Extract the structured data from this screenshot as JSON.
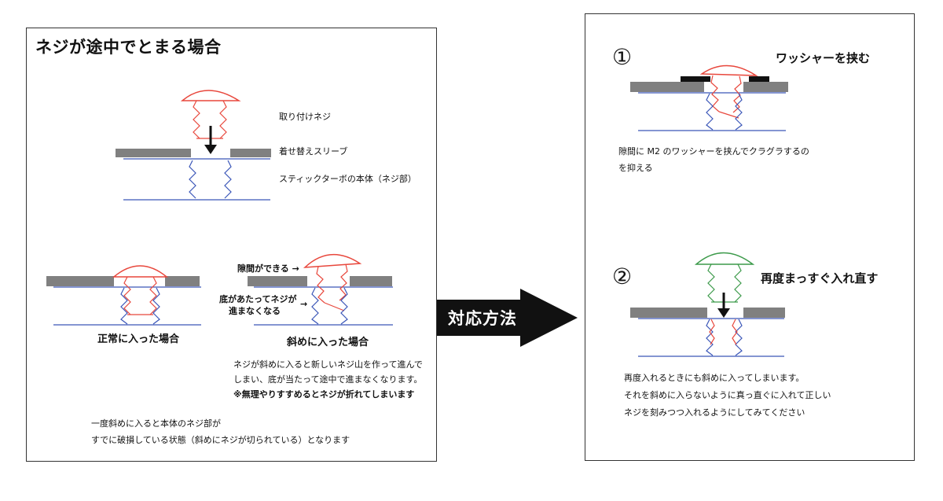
{
  "left_panel": {
    "title": "ネジが途中でとまる場合",
    "labels": {
      "screw": "取り付けネジ",
      "sleeve": "着せ替えスリーブ",
      "body": "スティックターボの本体（ネジ部）"
    },
    "normal_caption": "正常に入った場合",
    "slanted_caption": "斜めに入った場合",
    "gap_label": "隙間ができる →",
    "bottom_label_1": "底があたってネジが",
    "bottom_label_2": "進まなくなる",
    "bottom_arrow": "→",
    "slanted_note": [
      "ネジが斜めに入ると新しいネジ山を作って進んで",
      "しまい、底が当たって途中で進まなくなります。"
    ],
    "warning": "※無理やりすすめるとネジが折れてしまいます",
    "summary": [
      "一度斜めに入ると本体のネジ部が",
      "すでに破損している状態（斜めにネジが切られている）となります"
    ]
  },
  "center_arrow": {
    "label": "対応方法"
  },
  "right_panel": {
    "step1": {
      "number": "①",
      "heading": "ワッシャーを挟む",
      "text": [
        "隙間に M2 のワッシャーを挟んでクラグラするの",
        "を抑える"
      ]
    },
    "step2": {
      "number": "②",
      "heading": "再度まっすぐ入れ直す",
      "text": [
        "再度入れるときにも斜めに入ってしまいます。",
        "それを斜めに入らないように真っ直ぐに入れて正しい",
        "ネジを刻みつつ入れるようにしてみてください"
      ]
    }
  },
  "colors": {
    "screw_red": "#e8473c",
    "screw_green": "#3c9a4a",
    "thread_blue": "#3a56b8",
    "plate_gray": "#808080",
    "washer_black": "#111111"
  }
}
